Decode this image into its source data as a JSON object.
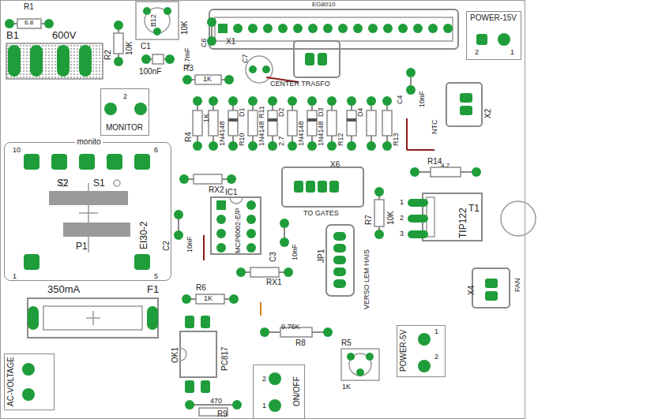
{
  "diagram": {
    "nodes": [
      {
        "text": [
          "POWER-15V"
        ]
      },
      {
        "text": [
          "MONITOR"
        ]
      },
      {
        "text": [
          "monito"
        ]
      },
      {
        "text": [
          "AC-VOLTAGE"
        ]
      },
      {
        "text": [
          "ON/OFF"
        ]
      },
      {
        "text": [
          "POWER-5V"
        ]
      }
    ],
    "labels": [
      "R1",
      "6.8",
      "B1",
      "600V",
      "R2",
      "10K",
      "B12",
      "10K",
      "EG8010",
      "X1",
      "C6",
      "4.7mF",
      "C7",
      "C1",
      "100nF",
      "R3",
      "1K",
      "CENTER TRASFO",
      "C4",
      "10nF",
      "X2",
      "NTC",
      "R4",
      "1K",
      "1N4148",
      "D1",
      "R10",
      "1N4148",
      "R11",
      "D2",
      "2.7",
      "1N4148",
      "D3",
      "1N4148",
      "R12",
      "D4",
      "R13",
      "10",
      "6",
      "S2",
      "S1",
      "P1",
      "EI30-2",
      "1",
      "5",
      "RX2",
      "IC1",
      "MCP6002-E/P",
      "R14",
      "4.7",
      "X6",
      "TO GATES",
      "R7",
      "10K",
      "T1",
      "TIP122",
      "1",
      "2",
      "3",
      "C2",
      "10nF",
      "C3",
      "10nF",
      "JP1",
      "VERSO LEM HAIS",
      "X4",
      "FAN",
      "RX1",
      "350mA",
      "F1",
      "R6",
      "1K",
      "9.76K",
      "R8",
      "R5",
      "1K",
      "OK1",
      "PC817",
      "470",
      "R9",
      "2",
      "1",
      "2",
      "2",
      "1",
      "1",
      "2"
    ]
  }
}
